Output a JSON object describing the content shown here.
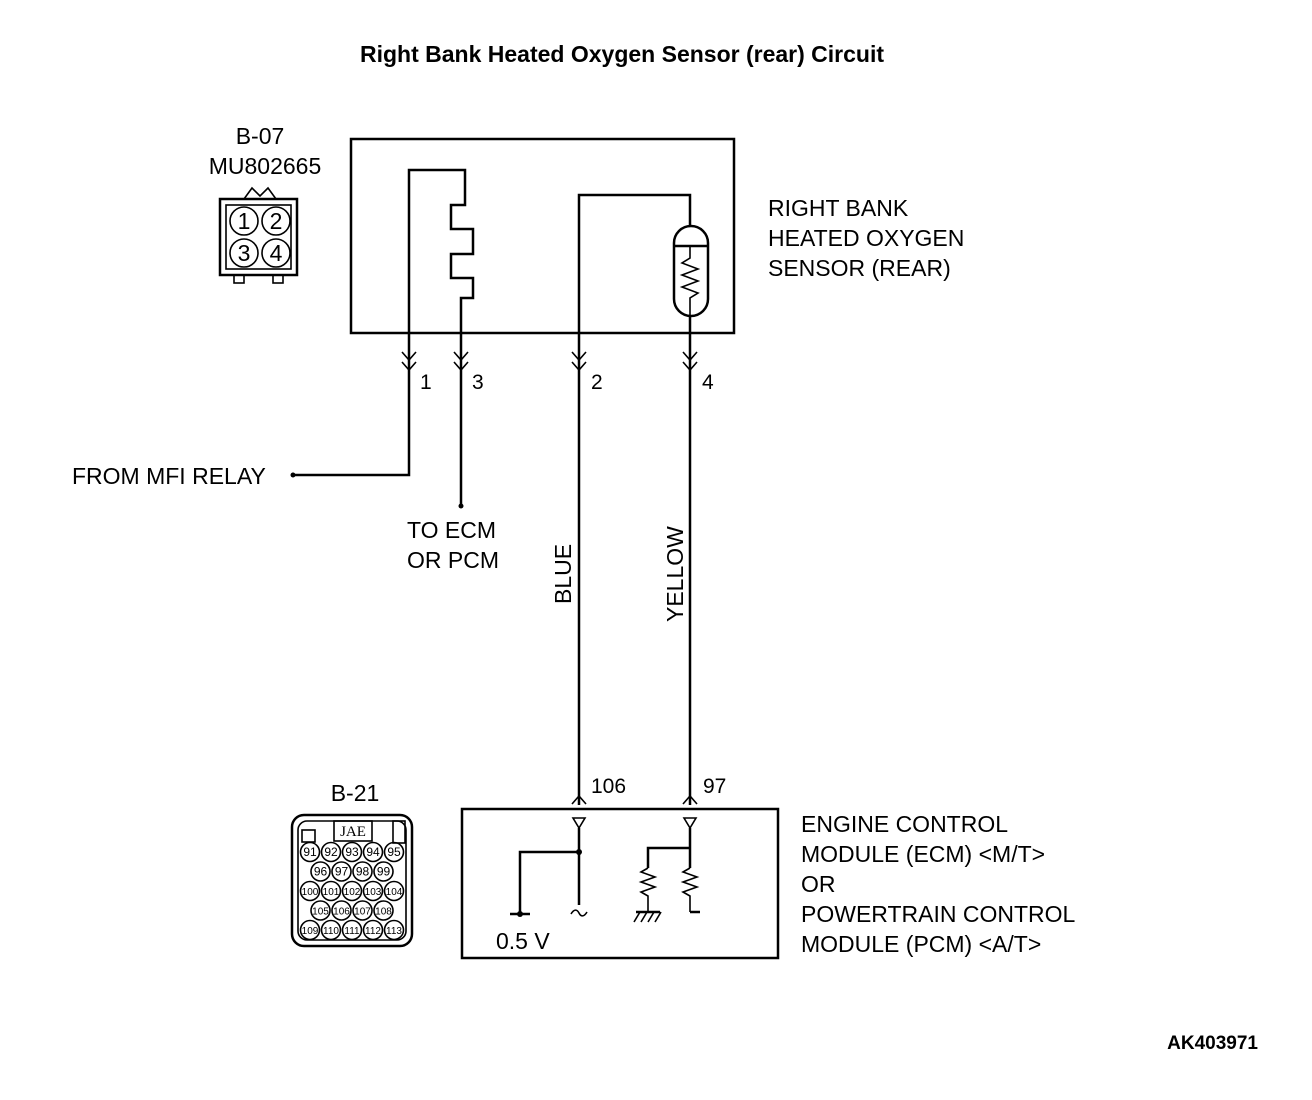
{
  "title": "Right Bank Heated Oxygen Sensor (rear) Circuit",
  "connector_b07": {
    "id": "B-07",
    "part_number": "MU802665",
    "pins": [
      "1",
      "2",
      "3",
      "4"
    ]
  },
  "sensor": {
    "label_lines": [
      "RIGHT BANK",
      "HEATED OXYGEN",
      "SENSOR (REAR)"
    ]
  },
  "sensor_pins": [
    "1",
    "3",
    "2",
    "4"
  ],
  "from_relay_label": "FROM MFI RELAY",
  "to_ecm_lines": [
    "TO ECM",
    "OR PCM"
  ],
  "wire_colors": {
    "pin2": "BLUE",
    "pin4": "YELLOW"
  },
  "ecm_pins": [
    "106",
    "97"
  ],
  "ecm": {
    "label_lines": [
      "ENGINE CONTROL",
      "MODULE (ECM) <M/T>",
      "OR",
      "POWERTRAIN CONTROL",
      "MODULE (PCM) <A/T>"
    ],
    "voltage": "0.5 V"
  },
  "connector_b21": {
    "id": "B-21",
    "brand": "JAE",
    "row1": [
      "91",
      "92",
      "93",
      "94",
      "95"
    ],
    "row2": [
      "96",
      "97",
      "98",
      "99"
    ],
    "row3": [
      "100",
      "101",
      "102",
      "103",
      "104"
    ],
    "row4": [
      "105",
      "106",
      "107",
      "108"
    ],
    "row5": [
      "109",
      "110",
      "111",
      "112",
      "113"
    ]
  },
  "doc_code": "AK403971"
}
